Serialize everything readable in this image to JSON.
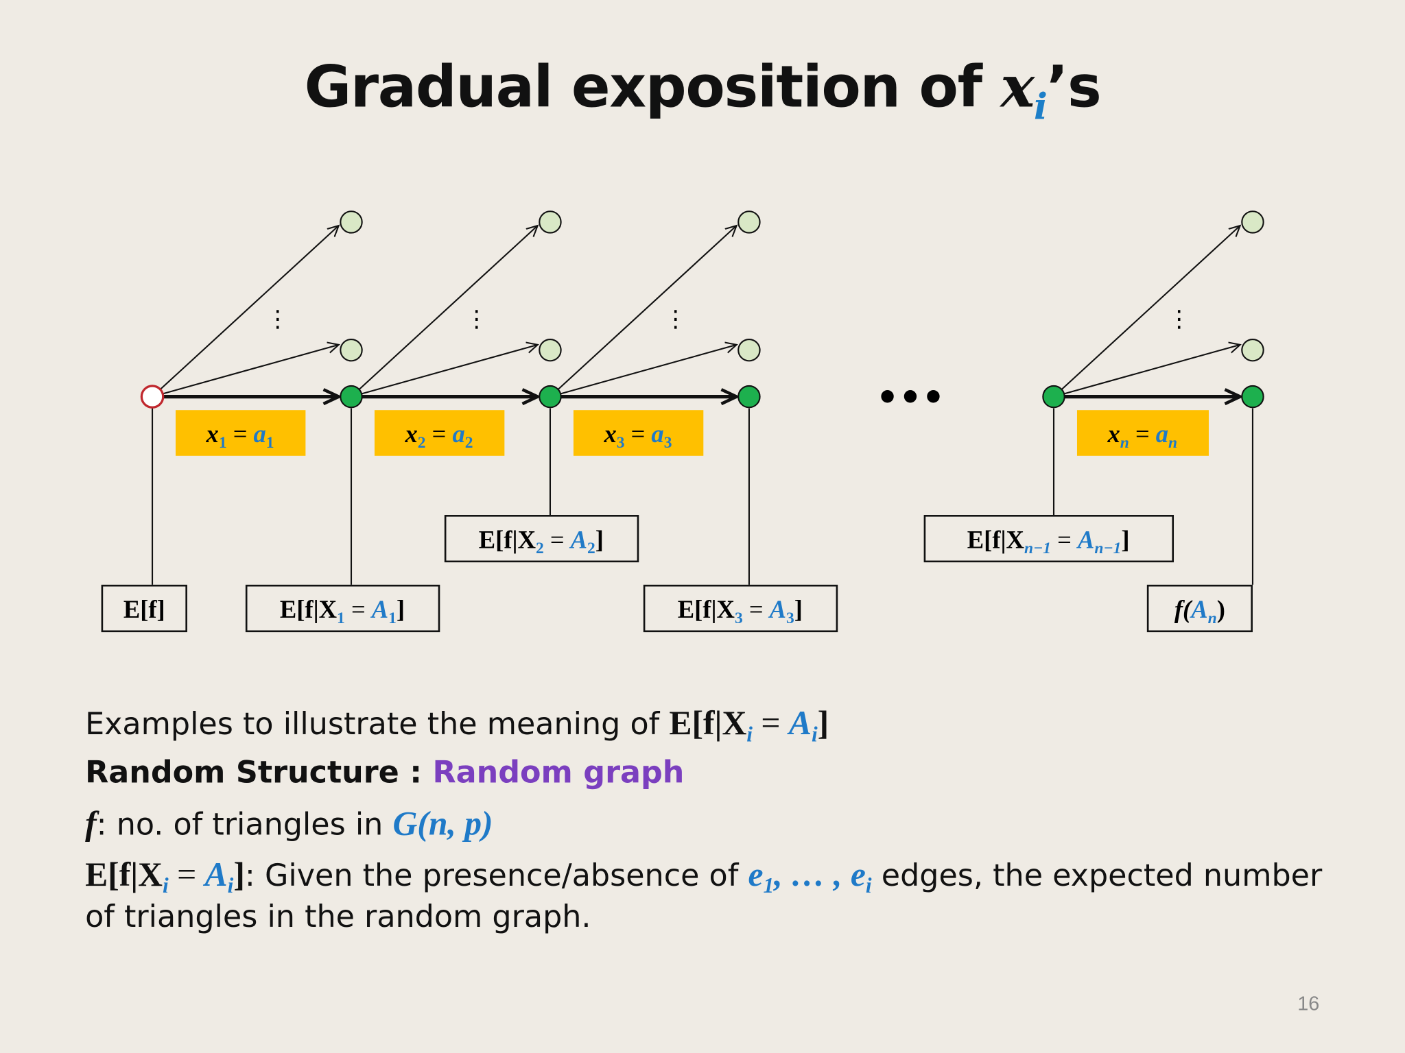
{
  "title": {
    "text": "Gradual exposition of",
    "var": "x",
    "sub": "i",
    "suffix": "’s"
  },
  "diagram": {
    "edge_labels": [
      {
        "var": "x",
        "sub": "1",
        "eq": " = ",
        "val": "a",
        "valsub": "1"
      },
      {
        "var": "x",
        "sub": "2",
        "eq": " = ",
        "val": "a",
        "valsub": "2"
      },
      {
        "var": "x",
        "sub": "3",
        "eq": " = ",
        "val": "a",
        "valsub": "3"
      },
      {
        "var": "x",
        "sub": "n",
        "eq": " = ",
        "val": "a",
        "valsub": "n"
      }
    ],
    "ellipsis_large": "•••",
    "vertical_dots": "⋮",
    "boxes": {
      "ef": {
        "text": "E[f]"
      },
      "b1": {
        "pre": "E[f|X",
        "sub": "1",
        "eq": " = ",
        "val": "A",
        "valsub": "1",
        "close": "]"
      },
      "b2": {
        "pre": "E[f|X",
        "sub": "2",
        "eq": " = ",
        "val": "A",
        "valsub": "2",
        "close": "]"
      },
      "b3": {
        "pre": "E[f|X",
        "sub": "3",
        "eq": " = ",
        "val": "A",
        "valsub": "3",
        "close": "]"
      },
      "bn1": {
        "pre": "E[f|X",
        "sub": "n−1",
        "eq": " = ",
        "val": "A",
        "valsub": "n−1",
        "close": "]"
      },
      "fan": {
        "pre": "f(",
        "val": "A",
        "valsub": "n",
        "close": ")"
      }
    },
    "colors": {
      "root_node": "#c0272d",
      "path_node": "#1db04e",
      "leaf_node": "#d9e8c6",
      "label_bg": "#ffc000",
      "math_blue": "#1f7ac8"
    }
  },
  "text": {
    "line1_prefix": "Examples to illustrate the meaning of ",
    "line1_math": {
      "pre": "E[f|X",
      "sub": "i",
      "eq": " = ",
      "val": "A",
      "valsub": "i",
      "close": "]"
    },
    "line2_label": "Random Structure : ",
    "line2_value": "Random graph",
    "line3_f": "f",
    "line3_text": ": no. of triangles in ",
    "line3_math": "G(n, p)",
    "line4_math": {
      "pre": "E[f|X",
      "sub": "i",
      "eq": " = ",
      "val": "A",
      "valsub": "i",
      "close": "]"
    },
    "line4_text1": ":  Given the presence/absence of ",
    "line4_e1": "e",
    "line4_e1sub": "1",
    "line4_dots": ", … , ",
    "line4_ei": "e",
    "line4_eisub": "i",
    "line4_text2": " edges, the expected number",
    "line5": "of triangles in the random graph."
  },
  "page_number": "16"
}
